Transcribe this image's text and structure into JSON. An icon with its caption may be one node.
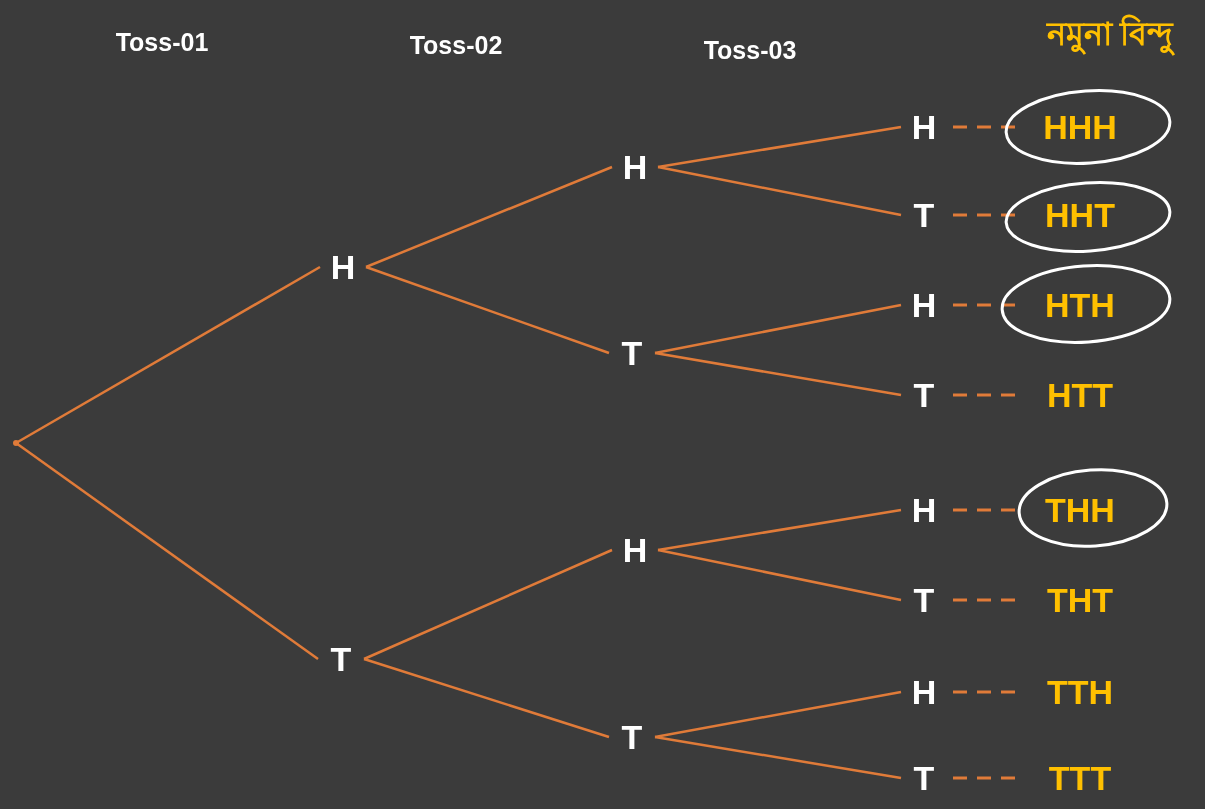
{
  "diagram": {
    "nodes": [
      {
        "text": [],
        "shape": "point"
      },
      {
        "text": [
          "H"
        ]
      },
      {
        "text": [
          "T"
        ]
      },
      {
        "text": [
          "H"
        ]
      },
      {
        "text": [
          "T"
        ]
      },
      {
        "text": [
          "H"
        ]
      },
      {
        "text": [
          "T"
        ]
      },
      {
        "text": [
          "H"
        ]
      },
      {
        "text": [
          "T"
        ]
      },
      {
        "text": [
          "H"
        ]
      },
      {
        "text": [
          "T"
        ]
      },
      {
        "text": [
          "H"
        ]
      },
      {
        "text": [
          "T"
        ]
      },
      {
        "text": [
          "H"
        ]
      },
      {
        "text": [
          "T"
        ]
      },
      {
        "text": [
          "HHH"
        ]
      },
      {
        "text": [
          "HHT"
        ]
      },
      {
        "text": [
          "HTH"
        ]
      },
      {
        "text": [
          "HTT"
        ]
      },
      {
        "text": [
          "THH"
        ]
      },
      {
        "text": [
          "THT"
        ]
      },
      {
        "text": [
          "TTH"
        ]
      },
      {
        "text": [
          "TTT"
        ]
      }
    ],
    "edges": [
      {
        "from": 0,
        "to": 1,
        "arrow": "none"
      },
      {
        "from": 0,
        "to": 2,
        "arrow": "none"
      },
      {
        "from": 1,
        "to": 3,
        "arrow": "none"
      },
      {
        "from": 1,
        "to": 4,
        "arrow": "none"
      },
      {
        "from": 2,
        "to": 5,
        "arrow": "none"
      },
      {
        "from": 2,
        "to": 6,
        "arrow": "none"
      },
      {
        "from": 3,
        "to": 7,
        "arrow": "none"
      },
      {
        "from": 3,
        "to": 8,
        "arrow": "none"
      },
      {
        "from": 4,
        "to": 9,
        "arrow": "none"
      },
      {
        "from": 4,
        "to": 10,
        "arrow": "none"
      },
      {
        "from": 5,
        "to": 11,
        "arrow": "none"
      },
      {
        "from": 5,
        "to": 12,
        "arrow": "none"
      },
      {
        "from": 6,
        "to": 13,
        "arrow": "none"
      },
      {
        "from": 6,
        "to": 14,
        "arrow": "none"
      },
      {
        "from": 7,
        "to": 15,
        "arrow": "none",
        "style": "dashed"
      },
      {
        "from": 8,
        "to": 16,
        "arrow": "none",
        "style": "dashed"
      },
      {
        "from": 9,
        "to": 17,
        "arrow": "none",
        "style": "dashed"
      },
      {
        "from": 10,
        "to": 18,
        "arrow": "none",
        "style": "dashed"
      },
      {
        "from": 11,
        "to": 19,
        "arrow": "none",
        "style": "dashed"
      },
      {
        "from": 12,
        "to": 20,
        "arrow": "none",
        "style": "dashed"
      },
      {
        "from": 13,
        "to": 21,
        "arrow": "none",
        "style": "dashed"
      },
      {
        "from": 14,
        "to": 22,
        "arrow": "none",
        "style": "dashed"
      }
    ],
    "labels": [
      "Toss-01",
      "Toss-02",
      "Toss-03",
      "নমুনা বিন্দু"
    ]
  }
}
